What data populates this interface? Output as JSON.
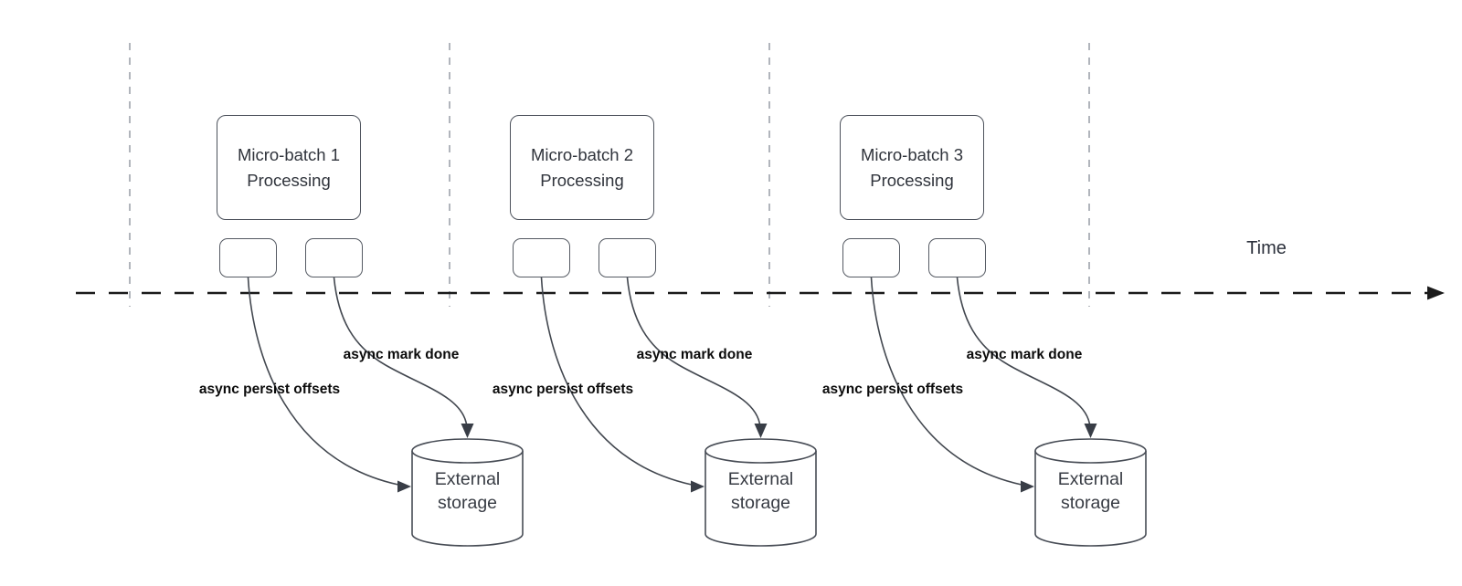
{
  "diagram": {
    "time_axis_label": "Time",
    "batches": [
      {
        "title_line1": "Micro-batch 1",
        "title_line2": "Processing",
        "persist_label": "async persist offsets",
        "mark_done_label": "async mark done",
        "storage_line1": "External",
        "storage_line2": "storage"
      },
      {
        "title_line1": "Micro-batch 2",
        "title_line2": "Processing",
        "persist_label": "async persist offsets",
        "mark_done_label": "async mark done",
        "storage_line1": "External",
        "storage_line2": "storage"
      },
      {
        "title_line1": "Micro-batch 3",
        "title_line2": "Processing",
        "persist_label": "async persist offsets",
        "mark_done_label": "async mark done",
        "storage_line1": "External",
        "storage_line2": "storage"
      }
    ]
  },
  "colors": {
    "background": "#ffffff",
    "shape_stroke": "#4d525c",
    "edge_stroke": "#42474f",
    "bold_label_text": "#0b0b0b",
    "title_text": "#30343c",
    "timeline": "#1a1a1a",
    "guide_line": "#b1b5bc"
  }
}
